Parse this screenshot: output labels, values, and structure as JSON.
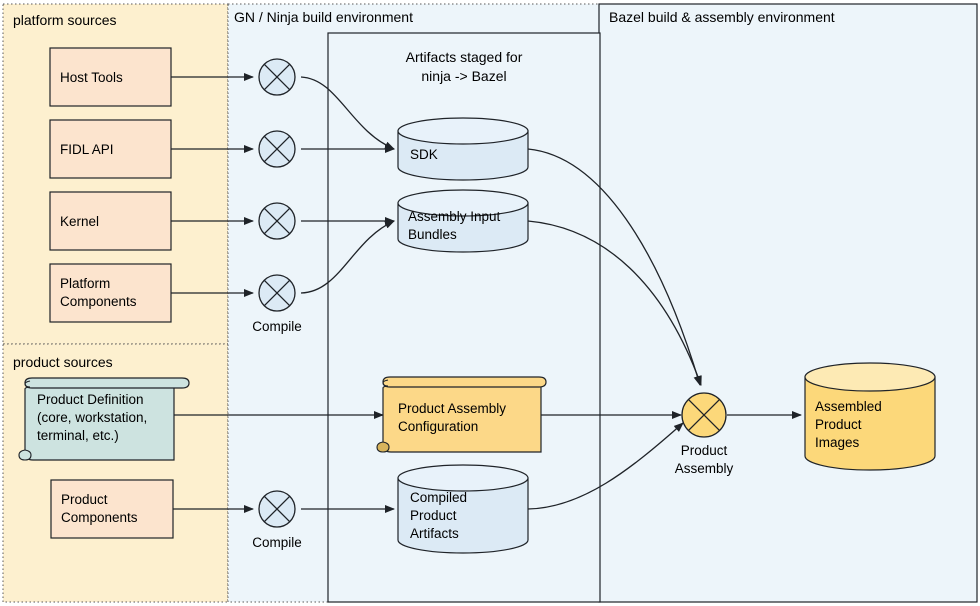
{
  "diagram": {
    "title": "Fuchsia platform and product build / assembly flow",
    "colors": {
      "platform_panel_fill": "#fdf0cf",
      "gn_panel_fill": "#edf5fa",
      "bazel_panel_fill": "#edf5fa",
      "source_box_fill": "#fce4ce",
      "cylinder_blue_fill": "#dceaf5",
      "cylinder_yellow_fill": "#fce0a0",
      "note_green_fill": "#cde3e0",
      "note_yellow_fill": "#fcd888",
      "compile_circle_fill": "#dceaf5",
      "assembly_circle_fill": "#fcd87a",
      "stroke": "#1f2328",
      "panel_dotted_stroke": "#5a5a5a"
    },
    "panels": [
      {
        "id": "platform-sources",
        "label": "platform sources"
      },
      {
        "id": "product-sources",
        "label": "product sources"
      },
      {
        "id": "gn-ninja",
        "label": "GN / Ninja build environment"
      },
      {
        "id": "bazel",
        "label": "Bazel build & assembly environment"
      }
    ],
    "staging_box": {
      "label_line1": "Artifacts staged for",
      "label_line2": "ninja -> Bazel"
    },
    "platform_sources": [
      {
        "id": "host-tools",
        "label": "Host Tools"
      },
      {
        "id": "fidl-api",
        "label": "FIDL API"
      },
      {
        "id": "kernel",
        "label": "Kernel"
      },
      {
        "id": "platform-components",
        "label_lines": [
          "Platform",
          "Components"
        ]
      }
    ],
    "product_sources": [
      {
        "id": "product-definition",
        "label_lines": [
          "Product Definition",
          "(core, workstation,",
          "terminal, etc.)"
        ]
      },
      {
        "id": "product-components",
        "label_lines": [
          "Product",
          "Components"
        ]
      }
    ],
    "compile_nodes": [
      {
        "id": "compile-host-tools",
        "caption": ""
      },
      {
        "id": "compile-fidl-api",
        "caption": ""
      },
      {
        "id": "compile-kernel",
        "caption": ""
      },
      {
        "id": "compile-platform-components",
        "caption": "Compile"
      },
      {
        "id": "compile-product-components",
        "caption": "Compile"
      }
    ],
    "staged_artifacts": [
      {
        "id": "sdk",
        "label_lines": [
          "SDK"
        ]
      },
      {
        "id": "assembly-input-bundles",
        "label_lines": [
          "Assembly Input",
          "Bundles"
        ]
      },
      {
        "id": "product-assembly-configuration",
        "label_lines": [
          "Product Assembly",
          "Configuration"
        ]
      },
      {
        "id": "compiled-product-artifacts",
        "label_lines": [
          "Compiled",
          "Product",
          "Artifacts"
        ]
      }
    ],
    "assembly_node": {
      "id": "product-assembly",
      "caption_lines": [
        "Product",
        "Assembly"
      ]
    },
    "output": {
      "id": "assembled-product-images",
      "label_lines": [
        "Assembled",
        "Product",
        "Images"
      ]
    }
  }
}
